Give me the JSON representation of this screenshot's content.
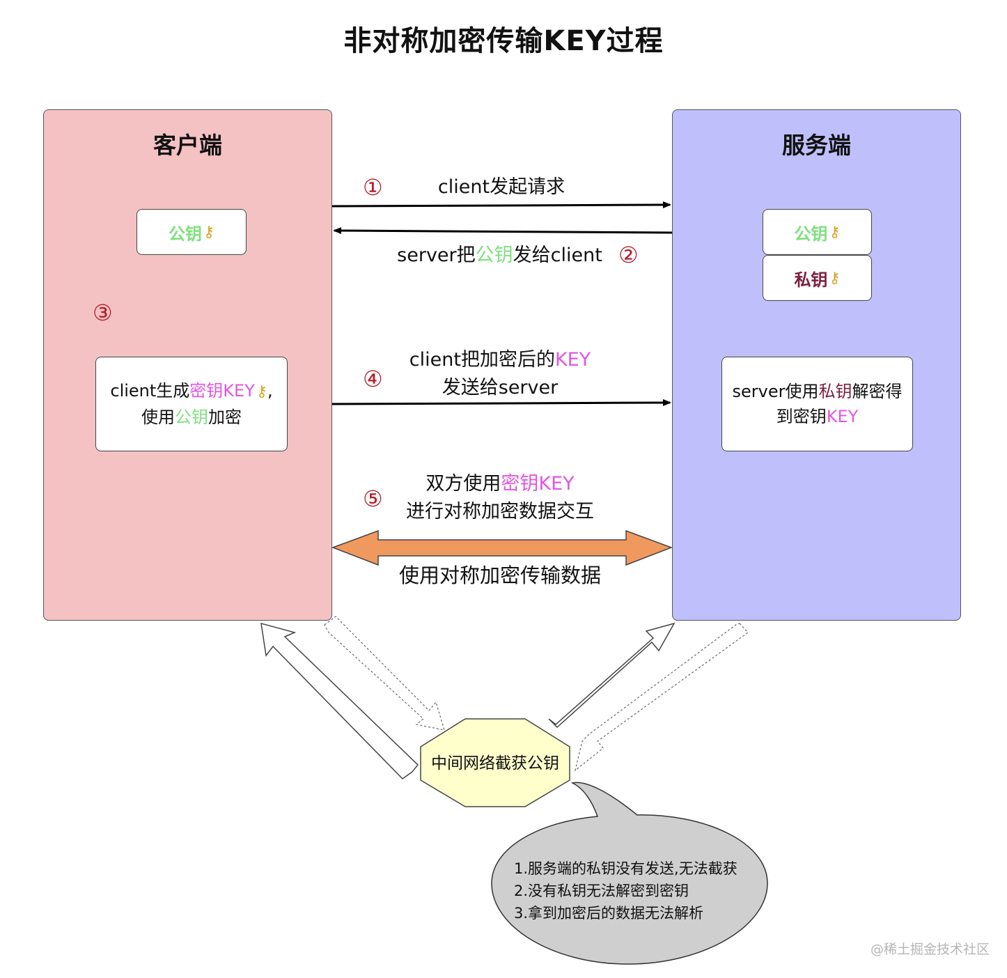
{
  "title": "非对称加密传输KEY过程",
  "client": {
    "title": "客户端",
    "pubkey_box": {
      "label": "公钥",
      "icon": "key-icon"
    },
    "step3_marker": "③",
    "gen_box": {
      "line1_a": "client生成",
      "line1_b": "密钥KEY",
      "line1_c": ",",
      "line2_a": "使用",
      "line2_b": "公钥",
      "line2_c": "加密"
    }
  },
  "server": {
    "title": "服务端",
    "pubkey_box": {
      "label": "公钥",
      "icon": "key-icon"
    },
    "privkey_box": {
      "label": "私钥",
      "icon": "key-icon"
    },
    "decrypt_box": {
      "line1_a": "server使用",
      "line1_b": "私钥",
      "line1_c": "解密得",
      "line2_a": "到密钥",
      "line2_b": "KEY"
    }
  },
  "flows": {
    "step1": {
      "marker": "①",
      "label": "client发起请求"
    },
    "step2": {
      "marker": "②",
      "label_a": "server把",
      "label_b": "公钥",
      "label_c": "发给client"
    },
    "step4": {
      "marker": "④",
      "line1_a": "client把加密后的",
      "line1_b": "KEY",
      "line2": "发送给server"
    },
    "step5": {
      "marker": "⑤",
      "line1_a": "双方使用",
      "line1_b": "密钥KEY",
      "line2": "进行对称加密数据交互"
    },
    "bidirectional_label": "使用对称加密传输数据"
  },
  "interceptor": {
    "label": "中间网络截获公钥"
  },
  "callout": {
    "lines": [
      "1.服务端的私钥没有发送,无法截获",
      "2.没有私钥无法解密到密钥",
      "3.拿到加密后的数据无法解析"
    ]
  },
  "watermark": "@稀土掘金技术社区",
  "colors": {
    "client_bg": "#f4c2c3",
    "server_bg": "#bfc0fb",
    "public_key": "#7fe07f",
    "secret_key": "#e256e2",
    "private_key": "#7c1f3f",
    "step_marker": "#b21e2a",
    "double_arrow": "#f0995e",
    "octagon": "#ffffcc",
    "callout_bg": "#cfcfcf"
  }
}
